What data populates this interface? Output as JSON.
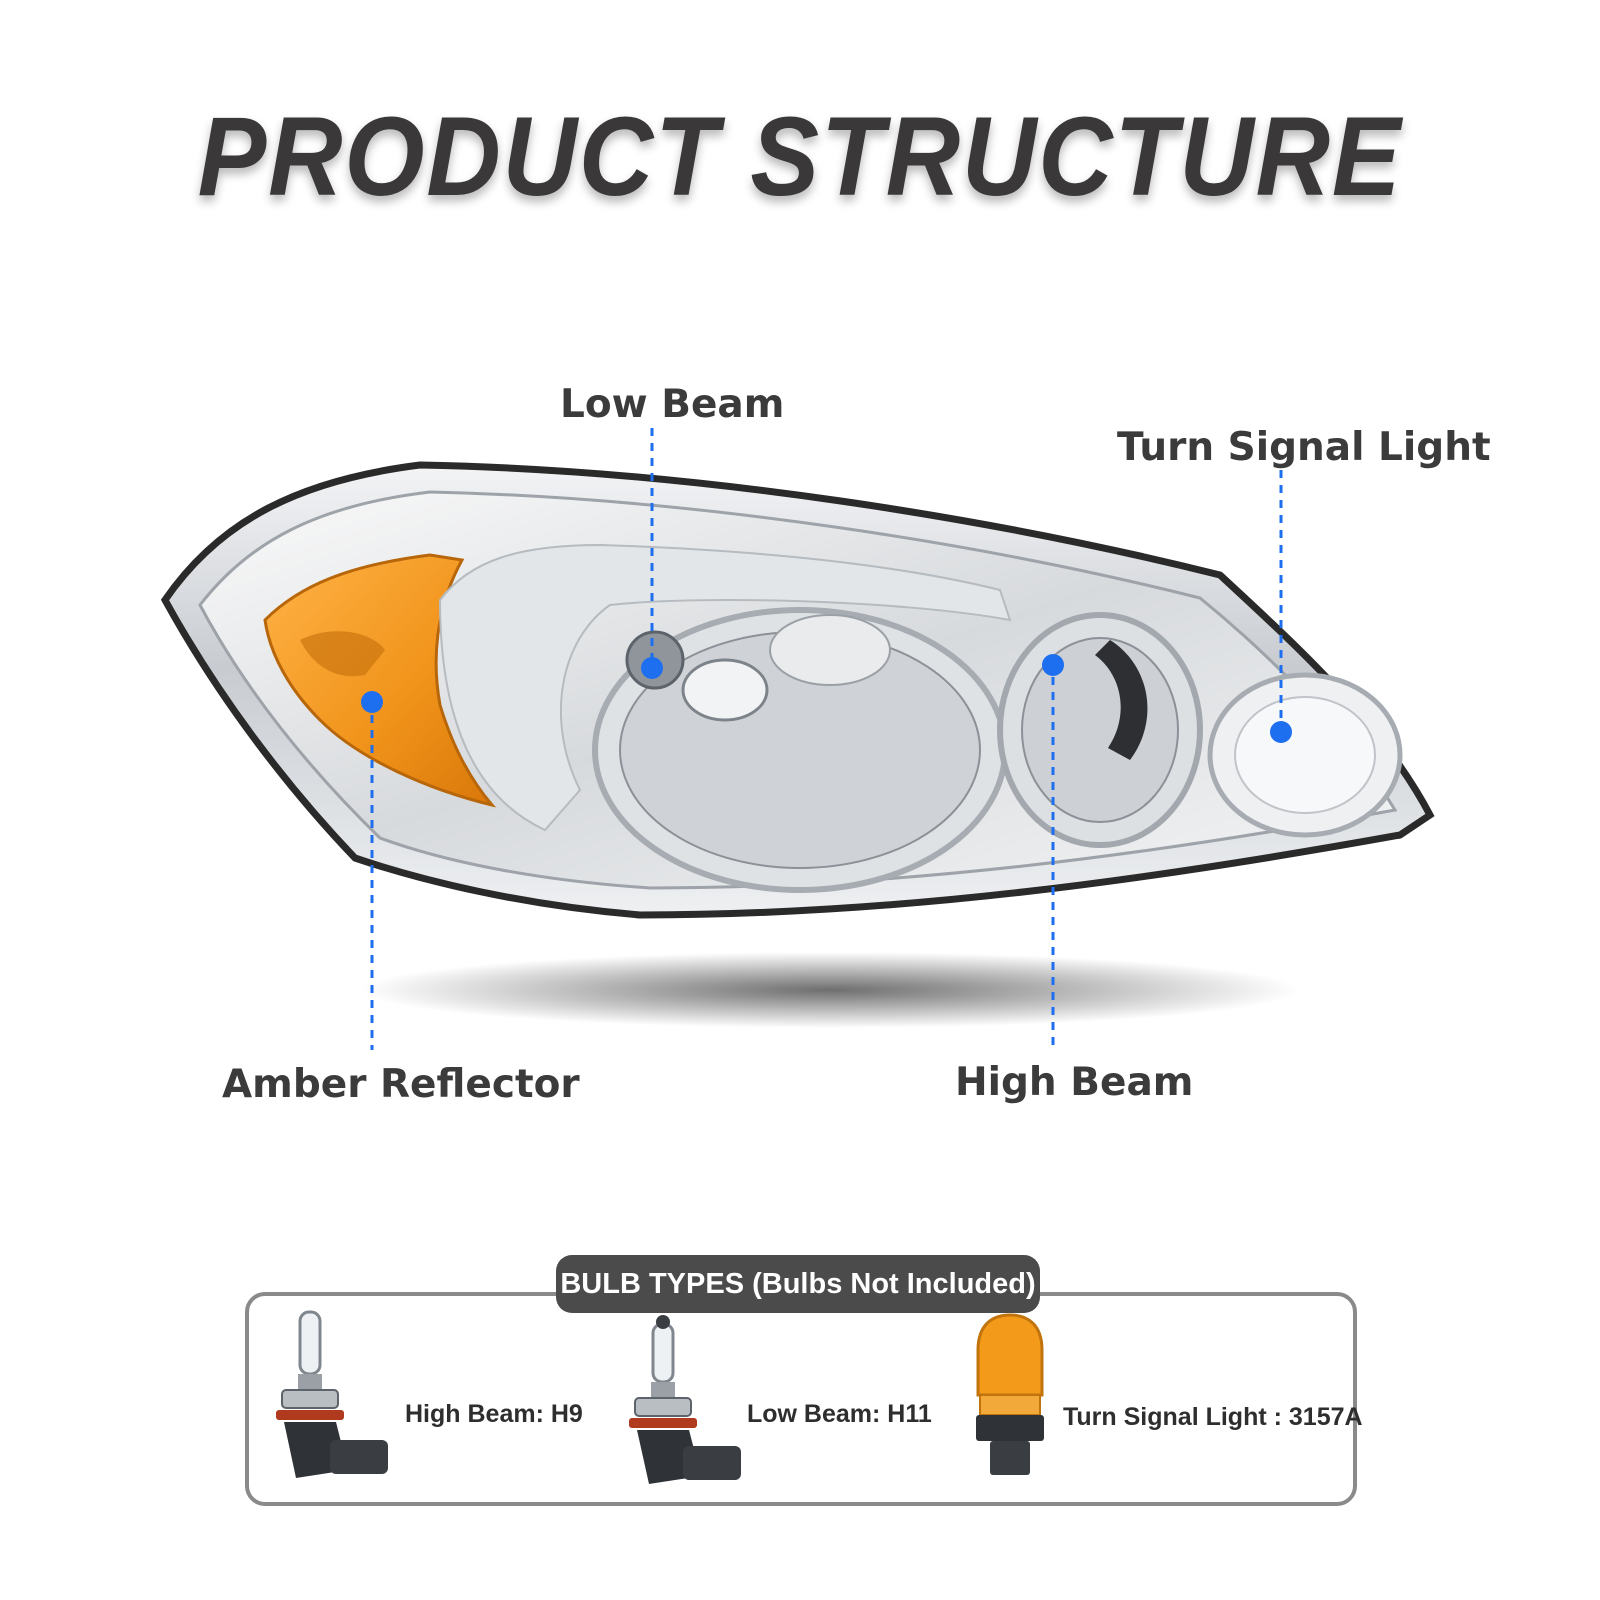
{
  "title": "PRODUCT STRUCTURE",
  "callouts": {
    "low_beam": "Low Beam",
    "turn_signal": "Turn Signal Light",
    "amber_reflector": "Amber Reflector",
    "high_beam": "High Beam"
  },
  "bulb_types": {
    "heading": "BULB TYPES (Bulbs Not Included)",
    "items": [
      {
        "label": "High Beam: H9",
        "icon": "halogen-bulb-h9-icon"
      },
      {
        "label": "Low Beam: H11",
        "icon": "halogen-bulb-h11-icon"
      },
      {
        "label": "Turn Signal Light : 3157A",
        "icon": "amber-bulb-3157a-icon"
      }
    ]
  },
  "colors": {
    "title": "#3a3839",
    "marker": "#1e6ff0",
    "amber": "#f39a1a",
    "chrome": "#c9ccd0",
    "pill": "#4b4b4b"
  }
}
